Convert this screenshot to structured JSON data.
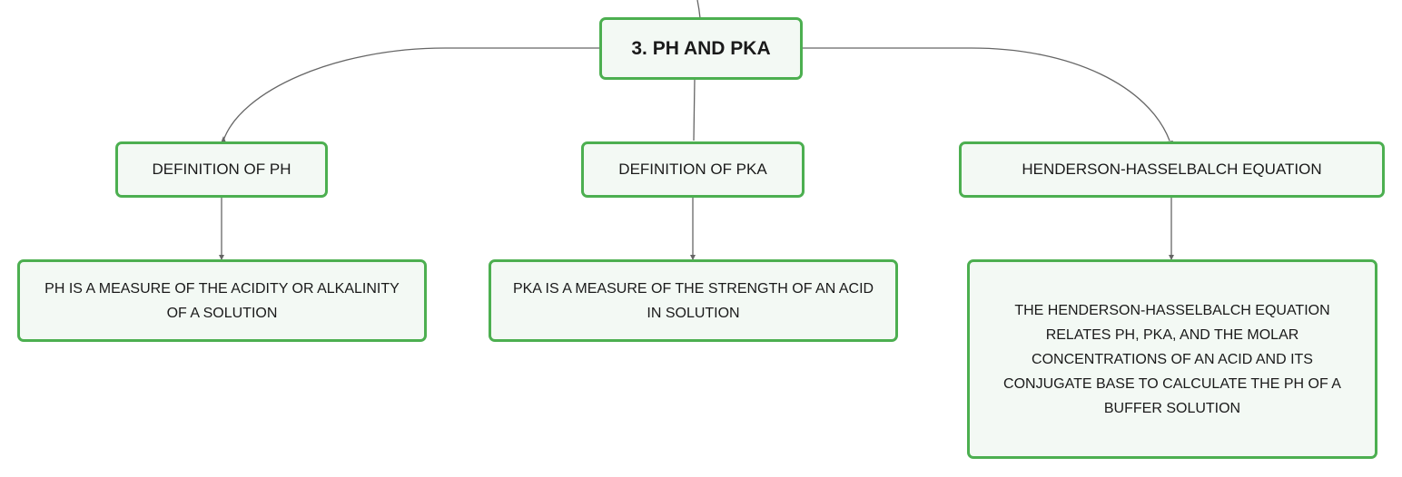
{
  "root": {
    "label": "3. PH AND PKA"
  },
  "branches": [
    {
      "label": "DEFINITION OF PH",
      "detail": "PH IS A MEASURE OF THE ACIDITY OR ALKALINITY OF A SOLUTION"
    },
    {
      "label": "DEFINITION OF PKA",
      "detail": "PKA IS A MEASURE OF THE STRENGTH OF AN ACID IN SOLUTION"
    },
    {
      "label": "HENDERSON-HASSELBALCH EQUATION",
      "detail": "THE HENDERSON-HASSELBALCH EQUATION RELATES PH, PKA, AND THE MOLAR CONCENTRATIONS OF AN ACID AND ITS CONJUGATE BASE TO CALCULATE THE PH OF A BUFFER SOLUTION"
    }
  ],
  "colors": {
    "border": "#4caf50",
    "fill": "#f3f9f4",
    "line": "#666666"
  }
}
